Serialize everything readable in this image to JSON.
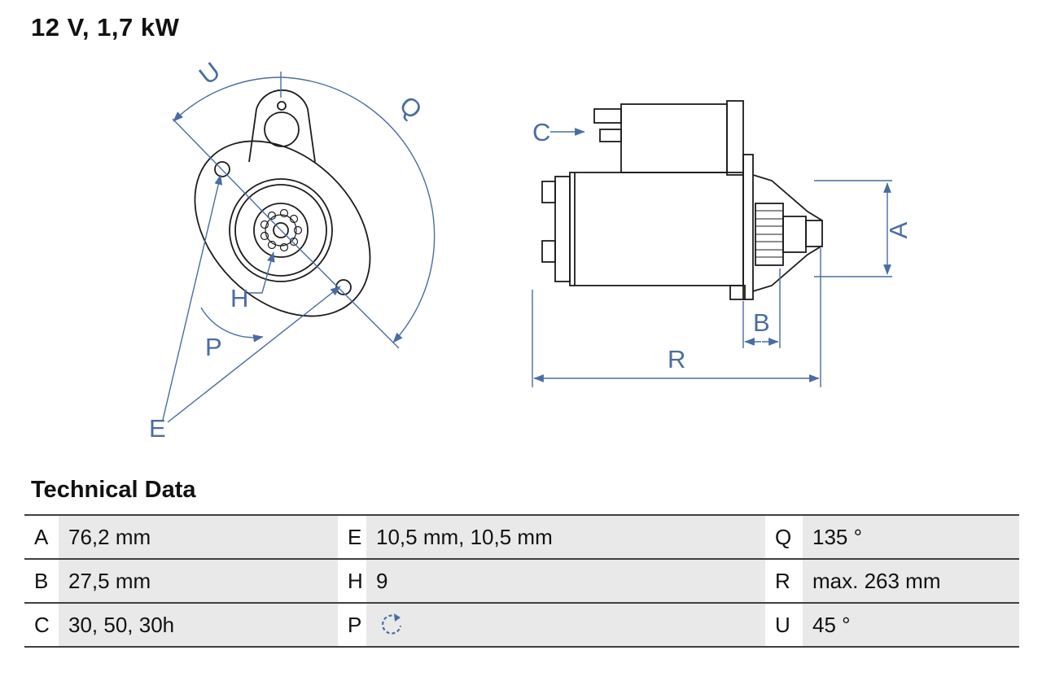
{
  "title": "12 V, 1,7 kW",
  "section_title": "Technical Data",
  "diagram": {
    "accent": "#4a6da0",
    "labels": {
      "U": "U",
      "Q": "Q",
      "H": "H",
      "P": "P",
      "E": "E",
      "C": "C",
      "A": "A",
      "B": "B",
      "R": "R"
    }
  },
  "table": {
    "rows": [
      [
        {
          "key": "A",
          "value": "76,2 mm"
        },
        {
          "key": "E",
          "value": "10,5 mm, 10,5 mm"
        },
        {
          "key": "Q",
          "value": "135 °"
        }
      ],
      [
        {
          "key": "B",
          "value": "27,5 mm"
        },
        {
          "key": "H",
          "value": "9"
        },
        {
          "key": "R",
          "value": "max. 263 mm"
        }
      ],
      [
        {
          "key": "C",
          "value": "30, 50, 30h"
        },
        {
          "key": "P",
          "value": "",
          "icon": "rotation-direction-icon"
        },
        {
          "key": "U",
          "value": "45 °"
        }
      ]
    ]
  }
}
